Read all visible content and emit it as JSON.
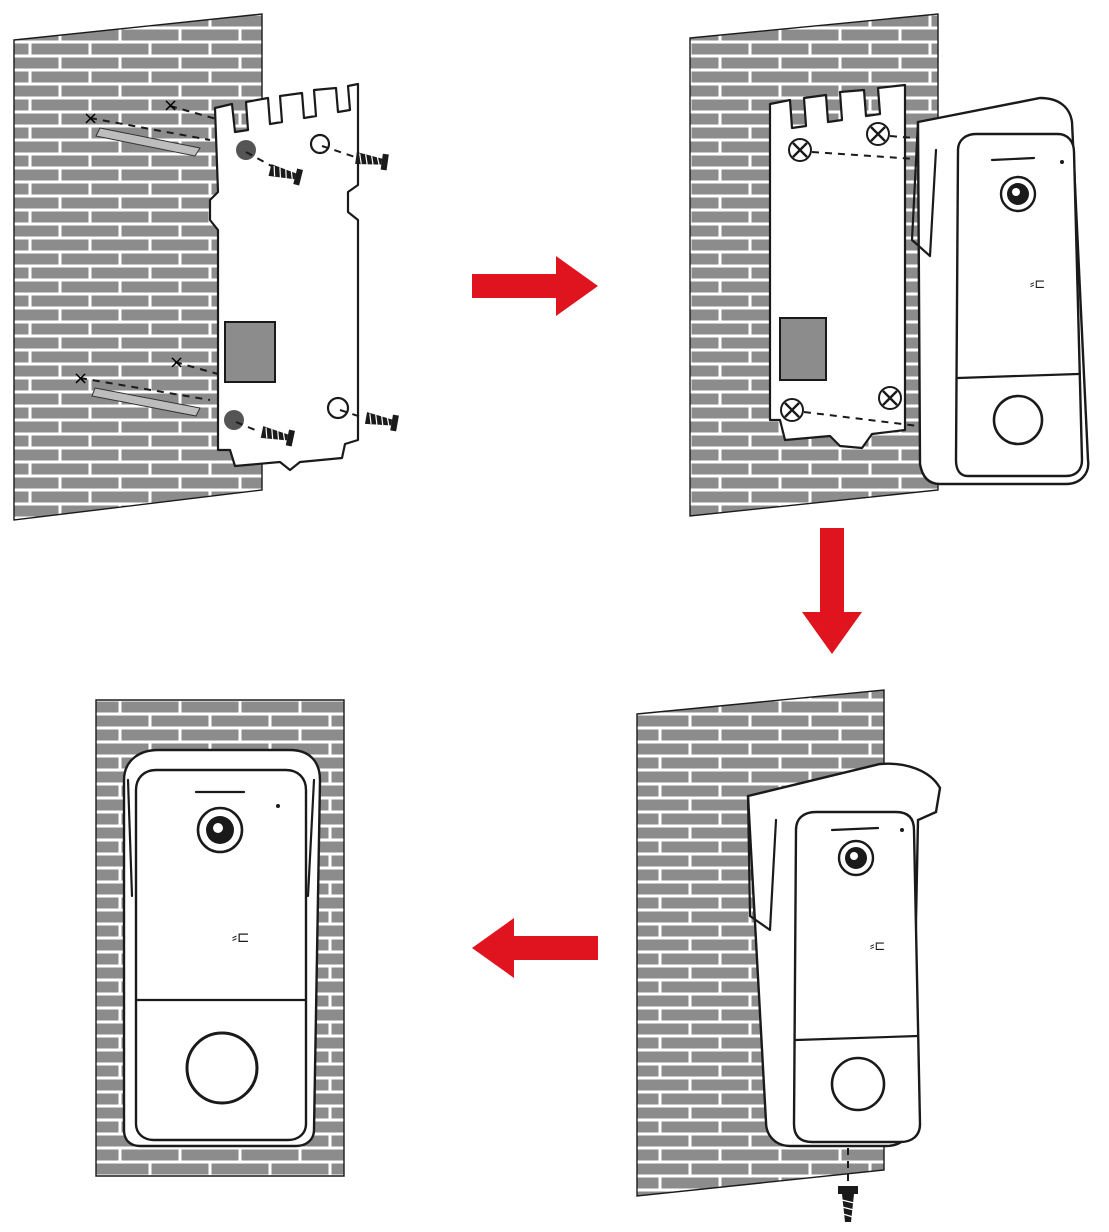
{
  "diagram": {
    "steps": [
      {
        "id": "step-1",
        "description": "mount plate to wall with screws"
      },
      {
        "id": "step-2",
        "description": "hang doorbell unit on plate"
      },
      {
        "id": "step-3",
        "description": "fasten bottom screw"
      },
      {
        "id": "step-4",
        "description": "installed doorbell"
      }
    ],
    "colors": {
      "brick": "#8c8c8c",
      "mortar": "#ffffff",
      "arrow": "#e0141e",
      "outline": "#1a1a1a"
    },
    "arrows": [
      {
        "id": "arrow-right",
        "direction": "right"
      },
      {
        "id": "arrow-down",
        "direction": "down"
      },
      {
        "id": "arrow-left",
        "direction": "left"
      }
    ]
  }
}
